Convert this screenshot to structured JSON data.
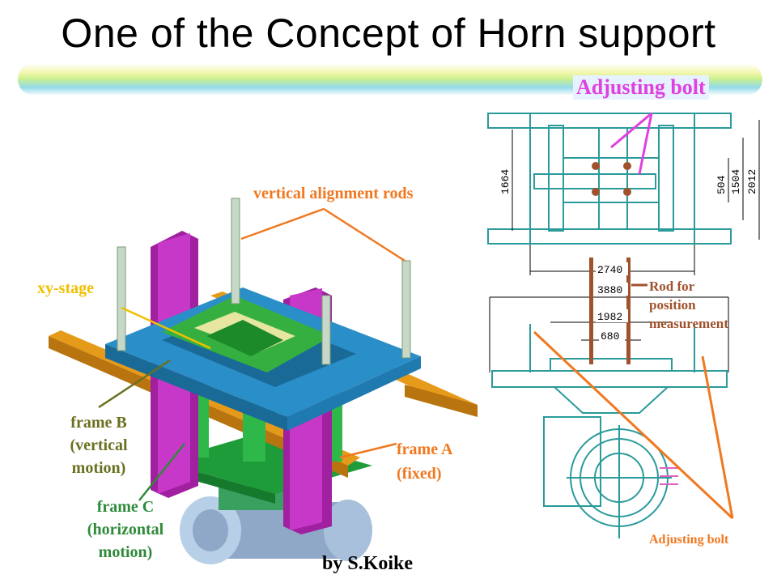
{
  "title": "One of the Concept of Horn support",
  "labels": {
    "adjusting_bolt_top": "Adjusting bolt",
    "vertical_alignment_rods": "vertical alignment rods",
    "xy_stage": "xy-stage",
    "frame_b": [
      "frame B",
      "(vertical",
      "motion)"
    ],
    "frame_a": [
      "frame A",
      "(fixed)"
    ],
    "frame_c": [
      "frame C",
      "(horizontal",
      "motion)"
    ],
    "rod_for_position": [
      "Rod for",
      "position",
      "measurement"
    ],
    "adjusting_bolt_bottom": "Adjusting bolt",
    "author": "by S.Koike"
  },
  "drawing": {
    "top_view_dims": [
      "1664",
      "504",
      "1504",
      "2012"
    ],
    "side_view_dims": [
      "2740",
      "3880",
      "1982",
      "680"
    ]
  },
  "colors": {
    "band_yellow": "#f2f6a8",
    "band_green": "#c9f08a",
    "band_cyan": "#8fd9e8",
    "orange_label": "#f07820",
    "olive_label": "#6b7020",
    "green_label": "#2e8b3a",
    "yellow_label": "#f0c000",
    "magenta_label": "#e040e0",
    "drawing_teal": "#2a9a9a",
    "rod_brown": "#a0522d"
  }
}
